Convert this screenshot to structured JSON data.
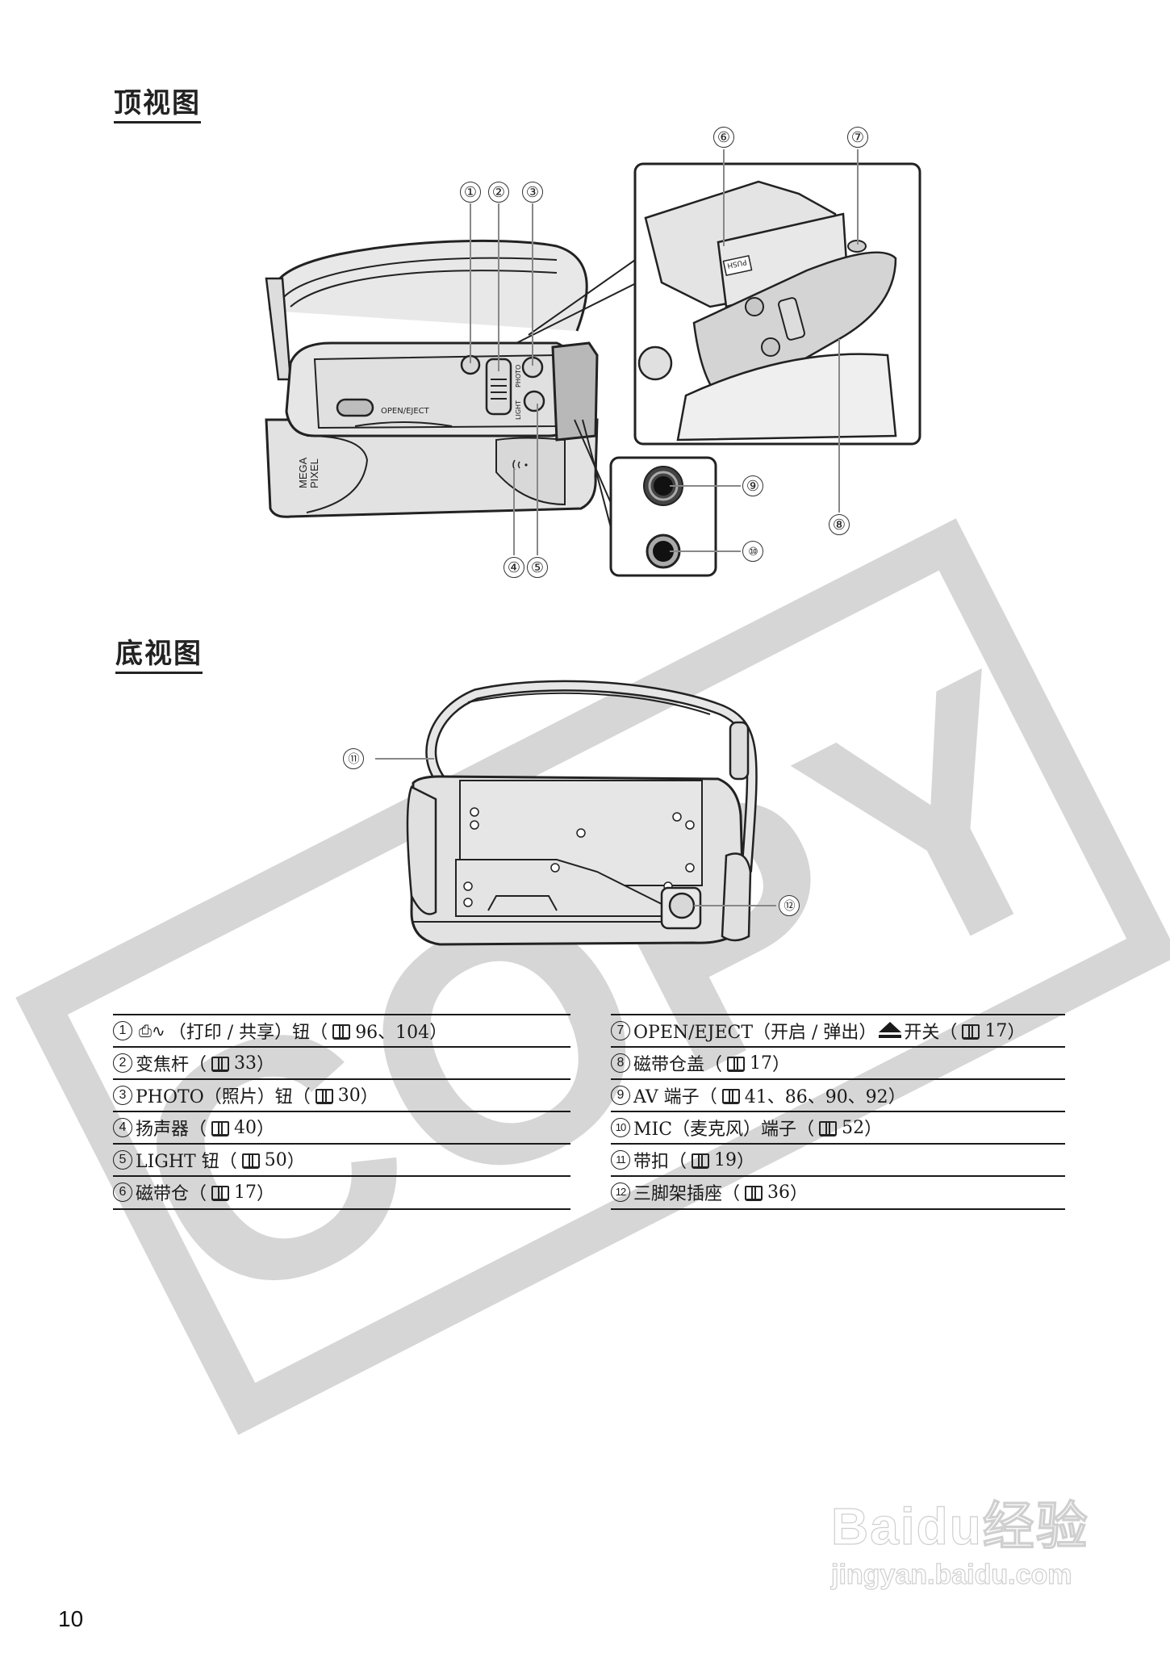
{
  "page": {
    "page_number": "10"
  },
  "top_view": {
    "title": "顶视图",
    "camera_labels": {
      "open_eject": "OPEN/EJECT",
      "photo": "PHOTO",
      "light": "LIGHT",
      "mega": "MEGA",
      "pixel": "PIXEL",
      "push": "PUSH"
    },
    "callouts": [
      "①",
      "②",
      "③",
      "④",
      "⑤",
      "⑥",
      "⑦",
      "⑧",
      "⑨",
      "⑩"
    ]
  },
  "bottom_view": {
    "title": "底视图",
    "callouts": [
      "⑪",
      "⑫"
    ]
  },
  "parts": {
    "left": [
      {
        "num": "1",
        "name": "（打印 / 共享）钮",
        "pages": "96、104",
        "icons": "print-share"
      },
      {
        "num": "2",
        "name": "变焦杆",
        "pages": "33"
      },
      {
        "num": "3",
        "name": "PHOTO（照片）钮",
        "pages": "30"
      },
      {
        "num": "4",
        "name": "扬声器",
        "pages": "40"
      },
      {
        "num": "5",
        "name": "LIGHT 钮",
        "pages": "50"
      },
      {
        "num": "6",
        "name": "磁带仓",
        "pages": "17"
      }
    ],
    "right": [
      {
        "num": "7",
        "name": "OPEN/EJECT（开启 / 弹出）",
        "name_suffix": "开关",
        "pages": "17",
        "icons": "eject"
      },
      {
        "num": "8",
        "name": "磁带仓盖",
        "pages": "17"
      },
      {
        "num": "9",
        "name": "AV 端子",
        "pages": "41、86、90、92"
      },
      {
        "num": "10",
        "name": "MIC（麦克风）端子",
        "pages": "52"
      },
      {
        "num": "11",
        "name": "带扣",
        "pages": "19"
      },
      {
        "num": "12",
        "name": "三脚架插座",
        "pages": "36"
      }
    ],
    "paren_open": "（",
    "paren_close": "）"
  },
  "watermarks": {
    "copy_stamp": "COPY",
    "baidu_logo": "Baidu经验",
    "baidu_url": "jingyan.baidu.com"
  },
  "colors": {
    "text": "#1a1a1a",
    "camera_fill": "#e2e2e2",
    "watermark_gray": "#d4d4d4"
  }
}
